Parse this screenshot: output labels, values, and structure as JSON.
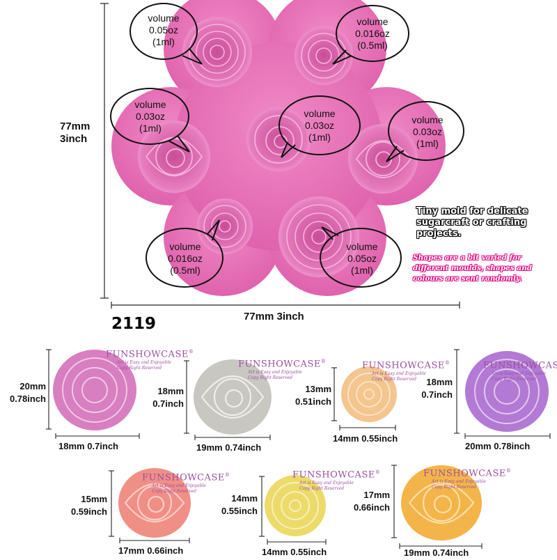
{
  "product_code": "2119",
  "mold": {
    "height_label_mm": "77mm",
    "height_label_inch": "3inch",
    "width_label": "77mm 3inch",
    "bubbles": [
      {
        "line1": "volume",
        "line2": "0.05oz",
        "line3": "(1ml)"
      },
      {
        "line1": "volume",
        "line2": "0.016oz",
        "line3": "(0.5ml)"
      },
      {
        "line1": "volume",
        "line2": "0.03oz",
        "line3": "(1ml)"
      },
      {
        "line1": "volume",
        "line2": "0.03oz",
        "line3": "(1ml)"
      },
      {
        "line1": "volume",
        "line2": "0.03oz",
        "line3": "(1ml)"
      },
      {
        "line1": "volume",
        "line2": "0.016oz",
        "line3": "(0.5ml)"
      },
      {
        "line1": "volume",
        "line2": "0.05oz",
        "line3": "(1ml)"
      }
    ],
    "color": "#e873b8"
  },
  "notes": {
    "tiny_mold": "Tiny mold for delicate sugarcraft or crafting projects.",
    "shapes_varied": "Shapes are a bit varied for different moulds, shapes and colours are sent randomly."
  },
  "brand": {
    "name": "FUNSHOWCASE",
    "mark": "®",
    "tagline1": "Art is Easy and Enjoyable",
    "tagline2": "Copy Right Reserved"
  },
  "samples": [
    {
      "height_mm": "20mm",
      "height_inch": "0.78inch",
      "width": "18mm 0.7inch",
      "color": "#d77fc0"
    },
    {
      "height_mm": "18mm",
      "height_inch": "0.7inch",
      "width": "19mm 0.74inch",
      "color": "#c9c7c2"
    },
    {
      "height_mm": "13mm",
      "height_inch": "0.51inch",
      "width": "14mm 0.55inch",
      "color": "#f3c58f"
    },
    {
      "height_mm": "18mm",
      "height_inch": "0.7inch",
      "width": "20mm 0.78inch",
      "color": "#b27ad4"
    },
    {
      "height_mm": "15mm",
      "height_inch": "0.59inch",
      "width": "17mm 0.66inch",
      "color": "#f08f86"
    },
    {
      "height_mm": "14mm",
      "height_inch": "0.55inch",
      "width": "14mm 0.55inch",
      "color": "#ecdb6a"
    },
    {
      "height_mm": "17mm",
      "height_inch": "0.66inch",
      "width": "19mm 0.74inch",
      "color": "#f3b54a"
    }
  ]
}
